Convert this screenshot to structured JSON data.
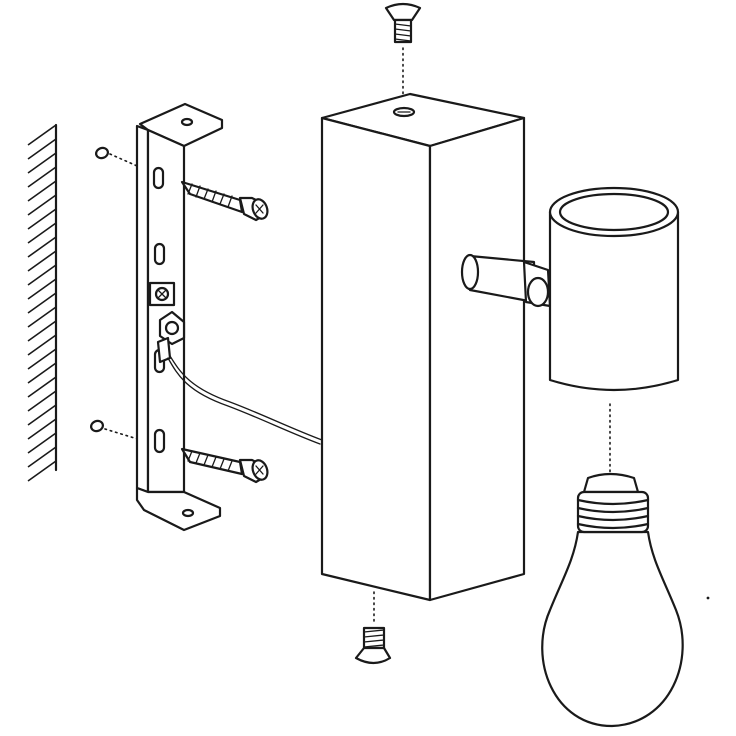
{
  "diagram": {
    "type": "exploded-assembly-illustration",
    "components": [
      "wall-hatching",
      "wall-plug-top",
      "wall-plug-bottom",
      "mounting-bracket",
      "wall-screw-top",
      "wall-screw-bottom",
      "ground-terminal",
      "ground-wire",
      "lamp-body-box",
      "fixing-screw-top",
      "fixing-screw-bottom",
      "lamp-arm",
      "lamp-socket-cylinder",
      "light-bulb"
    ],
    "line_color": "#1a1a1a",
    "background_color": "#ffffff"
  }
}
